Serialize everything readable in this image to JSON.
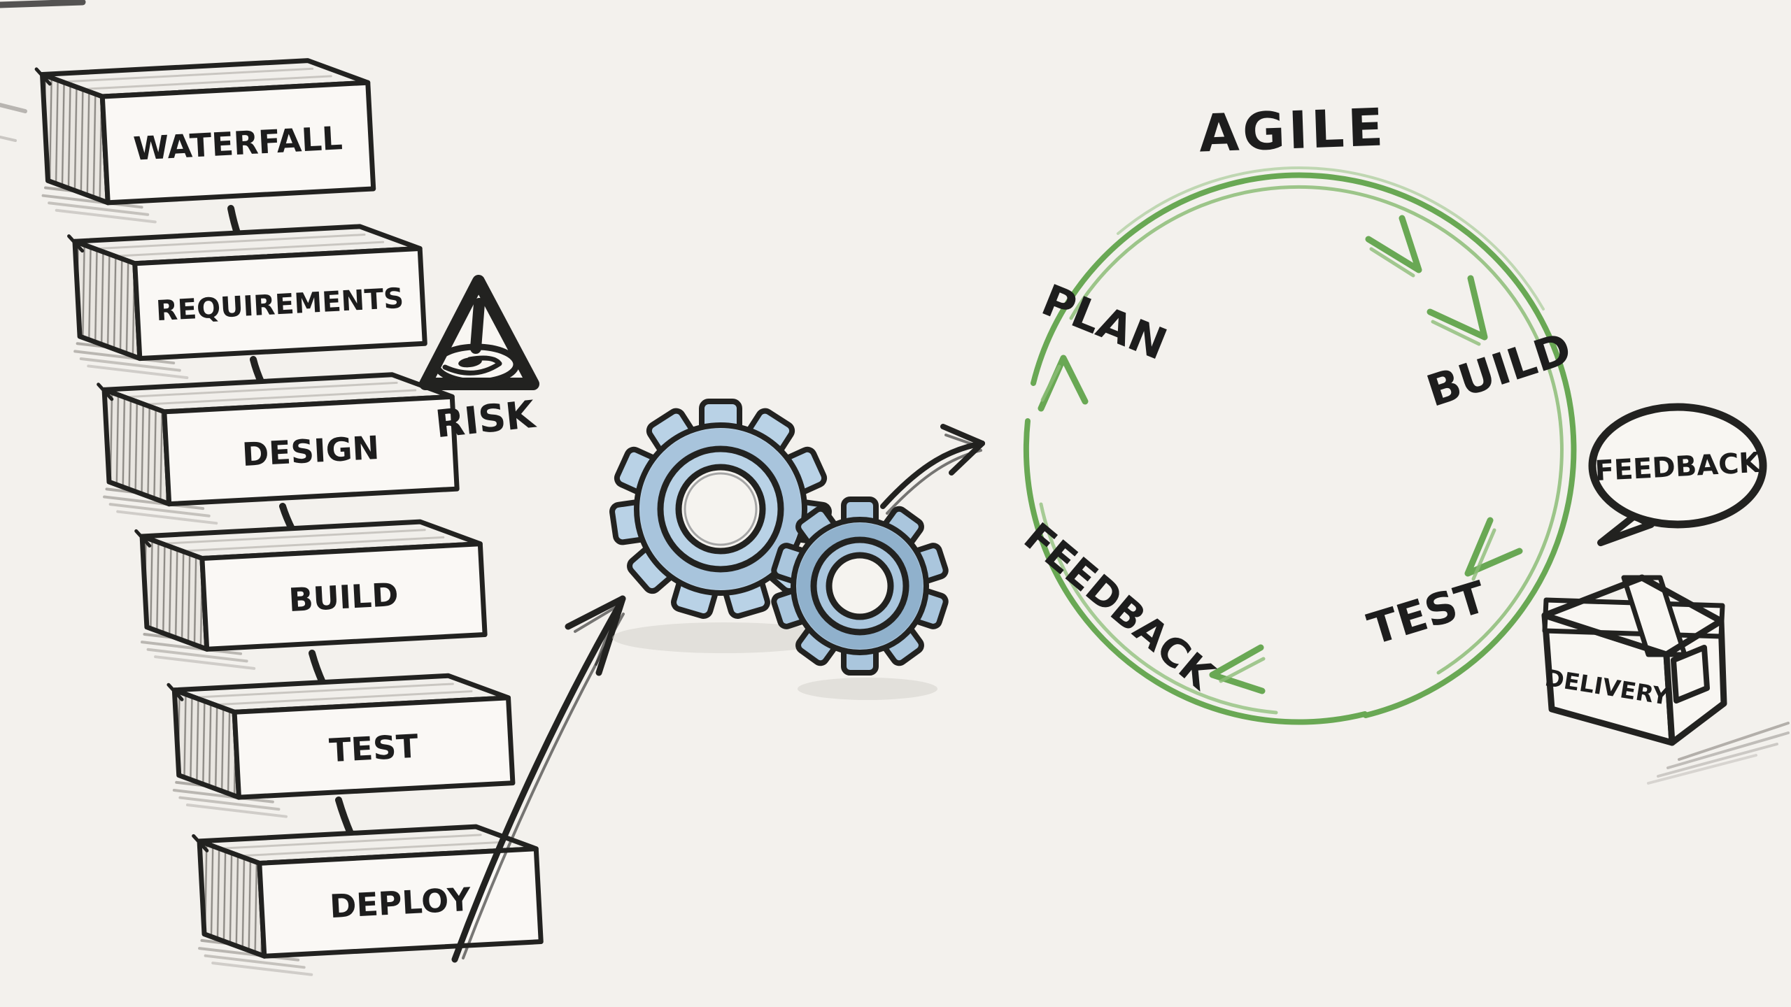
{
  "waterfall": {
    "title": "WATERFALL",
    "stages": [
      {
        "label": "REQUIREMENTS"
      },
      {
        "label": "DESIGN"
      },
      {
        "label": "BUILD"
      },
      {
        "label": "TEST"
      },
      {
        "label": "DEPLOY"
      }
    ],
    "risk_label": "RISK"
  },
  "agile": {
    "title": "AGILE",
    "steps": {
      "plan": "PLAN",
      "build": "BUILD",
      "test": "TEST",
      "feedback": "FEEDBACK"
    }
  },
  "callouts": {
    "feedback_bubble": "FEEDBACK",
    "delivery_box": "DELIVERY"
  },
  "colors": {
    "paper": "#f3f1ed",
    "ink": "#222220",
    "green": "#69a854",
    "gear_blue": "#b9d2e6"
  }
}
